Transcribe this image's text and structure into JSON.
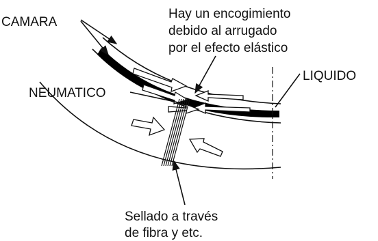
{
  "labels": {
    "camara": "CAMARA",
    "neumatico": "NEUMATICO",
    "liquido": "LIQUIDO",
    "shrink": [
      "Hay un encogimiento",
      "debido al arrugado",
      "por el efecto elástico"
    ],
    "seal": [
      "Sellado a través",
      "de fibra y etc."
    ]
  },
  "colors": {
    "ink": "#111111",
    "background": "#ffffff",
    "liquid_band": "#000000"
  }
}
